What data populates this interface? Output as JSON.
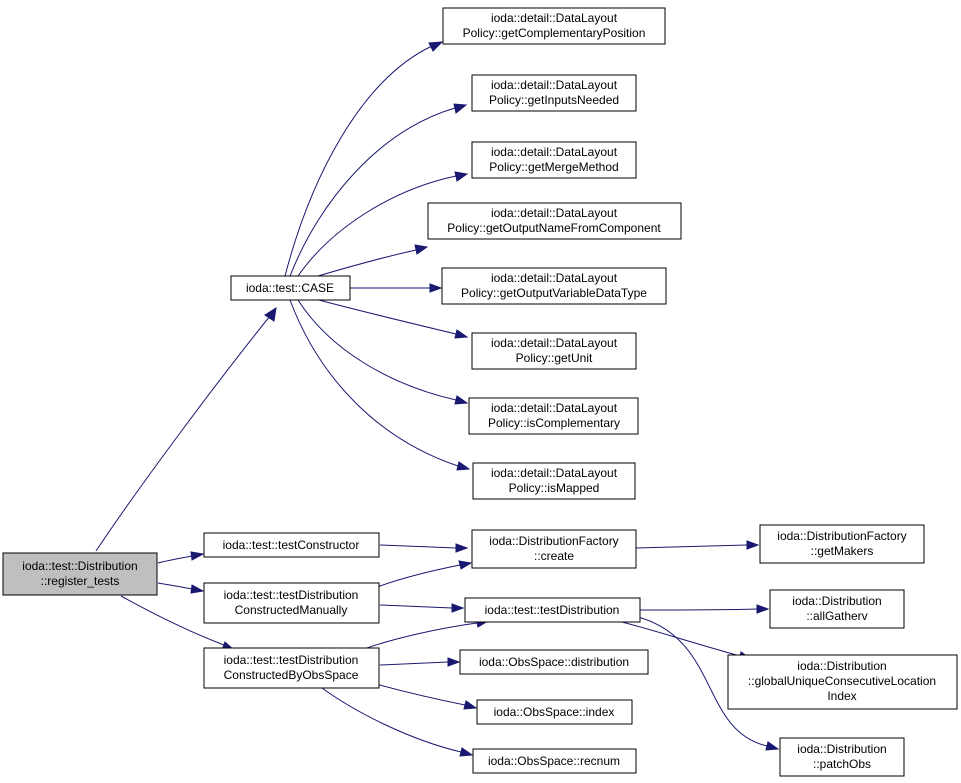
{
  "nodes": {
    "register_tests": [
      "ioda::test::Distribution",
      "::register_tests"
    ],
    "case": [
      "ioda::test::CASE"
    ],
    "getComplementaryPosition": [
      "ioda::detail::DataLayout",
      "Policy::getComplementaryPosition"
    ],
    "getInputsNeeded": [
      "ioda::detail::DataLayout",
      "Policy::getInputsNeeded"
    ],
    "getMergeMethod": [
      "ioda::detail::DataLayout",
      "Policy::getMergeMethod"
    ],
    "getOutputNameFromComponent": [
      "ioda::detail::DataLayout",
      "Policy::getOutputNameFromComponent"
    ],
    "getOutputVariableDataType": [
      "ioda::detail::DataLayout",
      "Policy::getOutputVariableDataType"
    ],
    "getUnit": [
      "ioda::detail::DataLayout",
      "Policy::getUnit"
    ],
    "isComplementary": [
      "ioda::detail::DataLayout",
      "Policy::isComplementary"
    ],
    "isMapped": [
      "ioda::detail::DataLayout",
      "Policy::isMapped"
    ],
    "testConstructor": [
      "ioda::test::testConstructor"
    ],
    "testDistributionConstructedManually": [
      "ioda::test::testDistribution",
      "ConstructedManually"
    ],
    "testDistributionConstructedByObsSpace": [
      "ioda::test::testDistribution",
      "ConstructedByObsSpace"
    ],
    "factoryCreate": [
      "ioda::DistributionFactory",
      "::create"
    ],
    "getMakers": [
      "ioda::DistributionFactory",
      "::getMakers"
    ],
    "testDistribution": [
      "ioda::test::testDistribution"
    ],
    "allGatherv": [
      "ioda::Distribution",
      "::allGatherv"
    ],
    "globalUniqueConsecutiveLocationIndex": [
      "ioda::Distribution",
      "::globalUniqueConsecutiveLocation",
      "Index"
    ],
    "obsDistribution": [
      "ioda::ObsSpace::distribution"
    ],
    "obsIndex": [
      "ioda::ObsSpace::index"
    ],
    "obsRecnum": [
      "ioda::ObsSpace::recnum"
    ],
    "patchObs": [
      "ioda::Distribution",
      "::patchObs"
    ]
  },
  "colors": {
    "edge": "#191970",
    "node_fill": "#ffffff",
    "root_fill": "#bfbfbf",
    "border": "#000000"
  }
}
